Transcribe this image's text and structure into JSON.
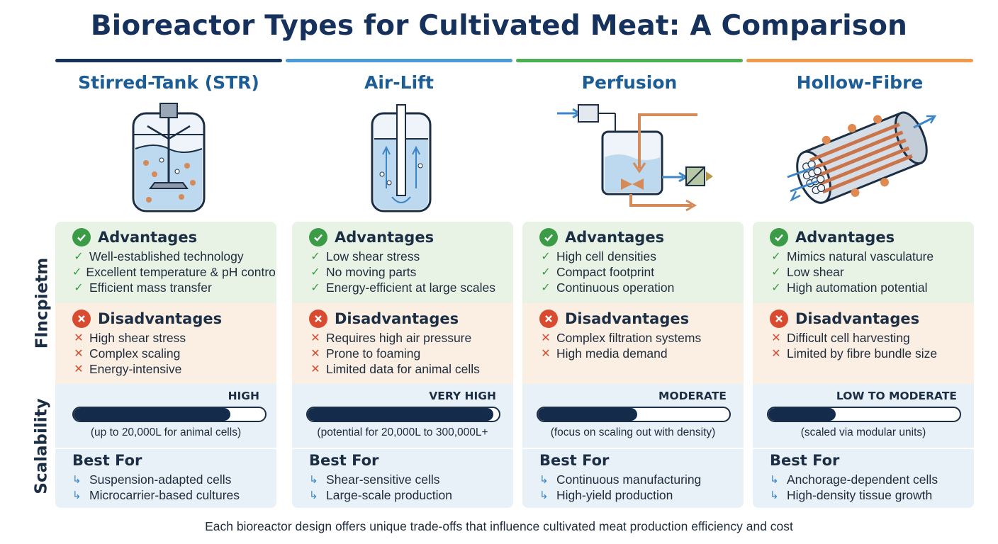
{
  "title": "Bioreactor Types for Cultivated Meat: A Comparison",
  "row_labels": {
    "properties": "Flncpietm",
    "scalability": "Scalability"
  },
  "colors": {
    "title": "#16325c",
    "column_heading": "#1c5d96",
    "accent_bars": [
      "#16325c",
      "#4a9ad6",
      "#4caf50",
      "#ef9a4e"
    ],
    "advantages_bg": "#e8f3e6",
    "disadvantages_bg": "#fbeee3",
    "scalability_bg": "#e8f0f8",
    "check": "#3c9b47",
    "cross": "#d84b30",
    "bar_fill": "#142b4b"
  },
  "icons": {
    "advantages": "check-circle-icon",
    "disadvantages": "x-circle-icon",
    "advantage_item": "check-icon",
    "disadvantage_item": "x-icon",
    "best_for_item": "return-arrow-icon"
  },
  "columns": [
    {
      "name": "Stirred-Tank (STR)",
      "illustration": "stirred-tank-icon",
      "advantages_heading": "Advantages",
      "advantages": [
        "Well-established technology",
        "Excellent temperature & pH control",
        "Efficient mass transfer"
      ],
      "disadvantages_heading": "Disadvantages",
      "disadvantages": [
        "High shear stress",
        "Complex scaling",
        "Energy-intensive"
      ],
      "scalability_label": "HIGH",
      "scalability_level": 0.82,
      "scalability_note": "(up to 20,000L for animal cells)",
      "best_for_heading": "Best For",
      "best_for": [
        "Suspension-adapted cells",
        "Microcarrier-based cultures"
      ]
    },
    {
      "name": "Air-Lift",
      "illustration": "air-lift-icon",
      "advantages_heading": "Advantages",
      "advantages": [
        "Low shear stress",
        "No moving parts",
        "Energy-efficient at large scales"
      ],
      "disadvantages_heading": "Disadvantages",
      "disadvantages": [
        "Requires high air pressure",
        "Prone to foaming",
        "Limited data for animal cells"
      ],
      "scalability_label": "VERY HIGH",
      "scalability_level": 0.97,
      "scalability_note": "(potential for 20,000L to 300,000L+",
      "best_for_heading": "Best For",
      "best_for": [
        "Shear-sensitive cells",
        "Large-scale production"
      ]
    },
    {
      "name": "Perfusion",
      "illustration": "perfusion-icon",
      "advantages_heading": "Advantages",
      "advantages": [
        "High cell densities",
        "Compact footprint",
        "Continuous operation"
      ],
      "disadvantages_heading": "Disadvantages",
      "disadvantages": [
        "Complex filtration systems",
        "High media demand"
      ],
      "scalability_label": "MODERATE",
      "scalability_level": 0.52,
      "scalability_note": "(focus on scaling out with density)",
      "best_for_heading": "Best For",
      "best_for": [
        "Continuous manufacturing",
        "High-yield production"
      ]
    },
    {
      "name": "Hollow-Fibre",
      "illustration": "hollow-fibre-icon",
      "advantages_heading": "Advantages",
      "advantages": [
        "Mimics natural vasculature",
        "Low shear",
        "High automation potential"
      ],
      "disadvantages_heading": "Disadvantages",
      "disadvantages": [
        "Difficult cell harvesting",
        "Limited by fibre bundle size"
      ],
      "scalability_label": "LOW TO MODERATE",
      "scalability_level": 0.35,
      "scalability_note": "(scaled via modular units)",
      "best_for_heading": "Best For",
      "best_for": [
        "Anchorage-dependent cells",
        "High-density tissue growth"
      ]
    }
  ],
  "footer": "Each bioreactor design offers unique trade-offs that influence cultivated meat production efficiency and cost"
}
